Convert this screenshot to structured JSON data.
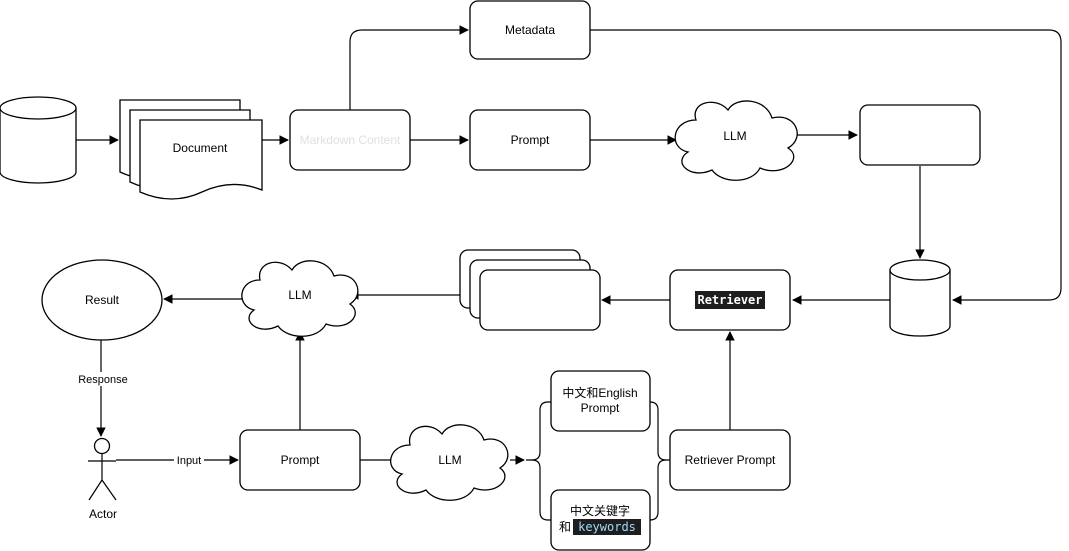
{
  "nodes": {
    "metadata": "Metadata",
    "document": "Document",
    "markdown_content": "Markdown Content",
    "prompt_top": "Prompt",
    "llm_top": "LLM",
    "retriever": "Retriever",
    "llm_mid": "LLM",
    "result": "Result",
    "prompt_bottom": "Prompt",
    "llm_bottom": "LLM",
    "chinese_english_prompt_line1": "中文和English",
    "chinese_english_prompt_line2": "Prompt",
    "keywords_line1": "中文关键字",
    "keywords_prefix": "和",
    "keywords_code": "keywords",
    "retriever_prompt": "Retriever Prompt",
    "actor": "Actor"
  },
  "edges": {
    "response": "Response",
    "input": "Input"
  },
  "colors": {
    "stroke": "#000000",
    "code_bg": "#1e1e1e",
    "code_text": "#ffffff",
    "keyword_text": "#9cdcfe",
    "faint_text": "#e0e0e0"
  }
}
